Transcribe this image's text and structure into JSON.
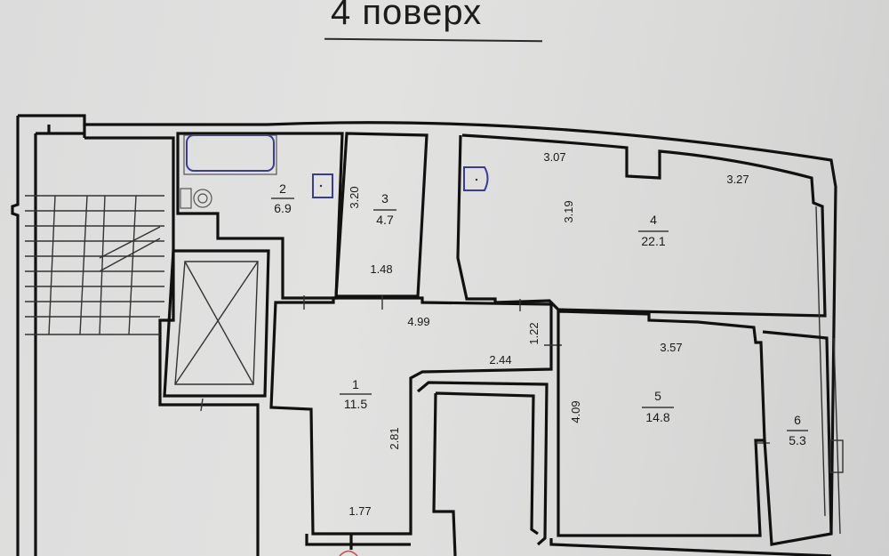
{
  "title": "4 поверх",
  "rooms": [
    {
      "number": "1",
      "area": "11.5"
    },
    {
      "number": "2",
      "area": "6.9"
    },
    {
      "number": "3",
      "area": "4.7"
    },
    {
      "number": "4",
      "area": "22.1"
    },
    {
      "number": "5",
      "area": "14.8"
    },
    {
      "number": "6",
      "area": "5.3"
    }
  ],
  "dimensions": {
    "room3_height": "3.20",
    "room3_width": "1.48",
    "room4_top_left": "3.07",
    "room4_top_right": "3.27",
    "room4_height": "3.19",
    "corridor_width": "4.99",
    "corridor_depth": "1.22",
    "corridor_lower": "2.44",
    "room1_height": "2.81",
    "room1_width": "1.77",
    "room5_width": "3.57",
    "room5_height": "4.09"
  },
  "colors": {
    "wall": "#111111",
    "fixture": "#3a3a9a",
    "paper": "#dcdcdc"
  }
}
